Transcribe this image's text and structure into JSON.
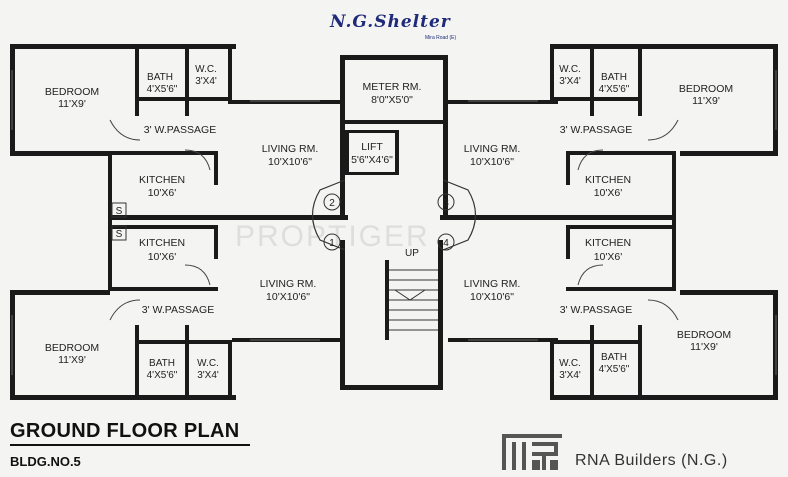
{
  "brand": {
    "title": "N.G.Shelter",
    "subtitle": "Mira Road (E)"
  },
  "watermark": "PROPTIGER",
  "plan": {
    "title": "GROUND FLOOR PLAN",
    "building": "BLDG.NO.5"
  },
  "builder": {
    "name": "RNA Builders (N.G.)"
  },
  "rooms": {
    "tl_bedroom": {
      "name": "BEDROOM",
      "dim": "11'X9'"
    },
    "tl_bath": {
      "name": "BATH",
      "dim": "4'X5'6\""
    },
    "tl_wc": {
      "name": "W.C.",
      "dim": "3'X4'"
    },
    "tl_passage": {
      "name": "3' W.PASSAGE"
    },
    "tl_kitchen": {
      "name": "KITCHEN",
      "dim": "10'X6'"
    },
    "tl_living": {
      "name": "LIVING RM.",
      "dim": "10'X10'6\""
    },
    "meter": {
      "name": "METER RM.",
      "dim": "8'0\"X5'0\""
    },
    "lift": {
      "name": "LIFT",
      "dim": "5'6\"X4'6\""
    },
    "tr_living": {
      "name": "LIVING RM.",
      "dim": "10'X10'6\""
    },
    "tr_passage": {
      "name": "3' W.PASSAGE"
    },
    "tr_wc": {
      "name": "W.C.",
      "dim": "3'X4'"
    },
    "tr_bath": {
      "name": "BATH",
      "dim": "4'X5'6\""
    },
    "tr_bedroom": {
      "name": "BEDROOM",
      "dim": "11'X9'"
    },
    "tr_kitchen": {
      "name": "KITCHEN",
      "dim": "10'X6'"
    },
    "bl_kitchen": {
      "name": "KITCHEN",
      "dim": "10'X6'"
    },
    "bl_living": {
      "name": "LIVING RM.",
      "dim": "10'X10'6\""
    },
    "bl_passage": {
      "name": "3' W.PASSAGE"
    },
    "bl_bedroom": {
      "name": "BEDROOM",
      "dim": "11'X9'"
    },
    "bl_bath": {
      "name": "BATH",
      "dim": "4'X5'6\""
    },
    "bl_wc": {
      "name": "W.C.",
      "dim": "3'X4'"
    },
    "br_kitchen": {
      "name": "KITCHEN",
      "dim": "10'X6'"
    },
    "br_living": {
      "name": "LIVING RM.",
      "dim": "10'X10'6\""
    },
    "br_passage": {
      "name": "3' W.PASSAGE"
    },
    "br_wc": {
      "name": "W.C.",
      "dim": "3'X4'"
    },
    "br_bath": {
      "name": "BATH",
      "dim": "4'X5'6\""
    },
    "br_bedroom": {
      "name": "BEDROOM",
      "dim": "11'X9'"
    }
  },
  "shafts": [
    "S",
    "S"
  ],
  "stair_label": "UP",
  "flat_numbers": [
    "1",
    "2",
    "3",
    "4"
  ]
}
